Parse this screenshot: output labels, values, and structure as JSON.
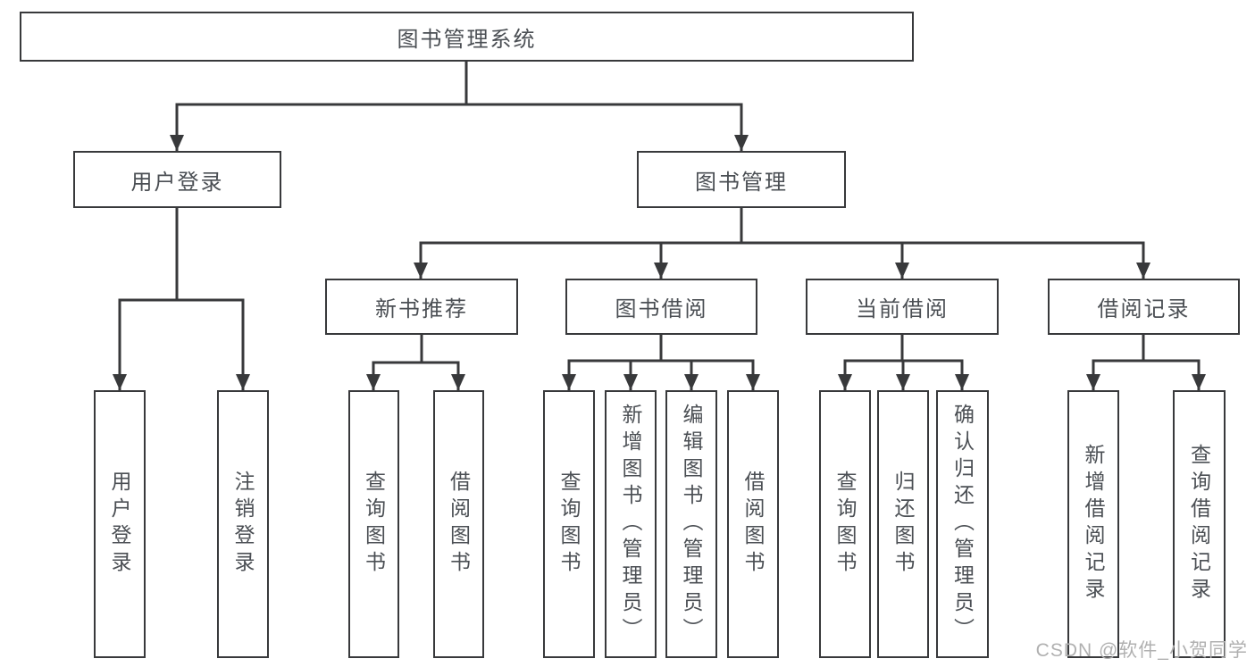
{
  "style": {
    "line_color": "#38393b",
    "box_border_color": "#38393b",
    "box_text_color": "#4b4f54",
    "background_color": "#ffffff",
    "watermark_color": "#b0b0b0"
  },
  "tree": {
    "root": {
      "label": "图书管理系统"
    },
    "login": {
      "label": "用户登录",
      "children": [
        {
          "label": "用户登录"
        },
        {
          "label": "注销登录"
        }
      ]
    },
    "management": {
      "label": "图书管理",
      "groups": [
        {
          "label": "新书推荐",
          "children": [
            {
              "label": "查询图书"
            },
            {
              "label": "借阅图书"
            }
          ]
        },
        {
          "label": "图书借阅",
          "children": [
            {
              "label": "查询图书"
            },
            {
              "label": "新增图书（管理员）"
            },
            {
              "label": "编辑图书（管理员）"
            },
            {
              "label": "借阅图书"
            }
          ]
        },
        {
          "label": "当前借阅",
          "children": [
            {
              "label": "查询图书"
            },
            {
              "label": "归还图书"
            },
            {
              "label": "确认归还（管理员）"
            }
          ]
        },
        {
          "label": "借阅记录",
          "children": [
            {
              "label": "新增借阅记录"
            },
            {
              "label": "查询借阅记录"
            }
          ]
        }
      ]
    }
  },
  "watermark": {
    "text": "CSDN @软件_小贺同学"
  }
}
